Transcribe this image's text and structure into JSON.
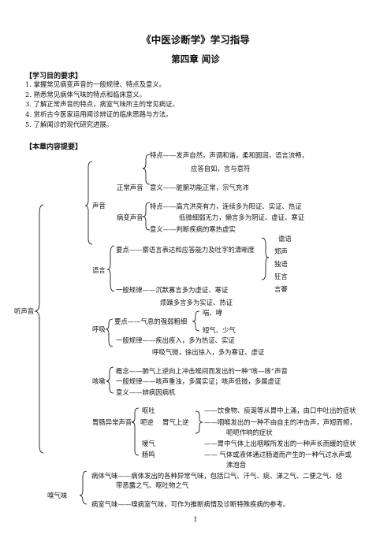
{
  "doc": {
    "title": "《中医诊断学》学习指导",
    "chapter": "第四章  闻诊",
    "objectives_heading": "【学习目的要求】",
    "objectives": [
      "1.  掌握常见病变声音的一般规律、特点及意义。",
      "2.  熟悉常见病体气味的特点和临床意义。",
      "3.  了解正常声音的特点，病室气味所主的常见病证。",
      "4.  赏析古今医家运用闻诊辨证的临床思路与方法。",
      "5.  了解闻诊的现代研究进展。"
    ],
    "content_heading": "【本章内容提要】",
    "page_number": "1"
  },
  "tree": {
    "root_listen": "听声音",
    "root_smell": "嗅气味",
    "voice": "声音",
    "normal_voice": "正常声音",
    "normal_feature_1": "特点——发声自然，声调和谐，柔和圆润，语言流畅，",
    "normal_feature_2": "应答自如，言与意符",
    "normal_meaning": "意义——脏腑功能正常，宗气充沛",
    "sick_voice": "病变声音",
    "sick_feature_1": "特点——高亢洪亮有力，连续多为阳证、实证、热证",
    "sick_feature_2": "低微细弱无力，懒言多为阴证、虚证、寒证",
    "sick_meaning": "意义——判断疾病的寒热虚实",
    "speech": "语言",
    "speech_key": "要点——察语言表达和应答能力及吐字的清晰度",
    "speech_types": [
      "谵语",
      "郑声",
      "独语",
      "狂言",
      "言謇"
    ],
    "speech_rule_1": "一般规律——沉默寡言多为虚证、寒证",
    "speech_rule_2": "烦躁多言多为实证、热证",
    "breath": "呼吸",
    "breath_key": "要点——气息的强弱粗细",
    "breath_types_1": "喘、哮",
    "breath_types_2": "短气、少气",
    "breath_rule_1": "一般规律——疾出疾入，多为热证、实证",
    "breath_rule_2": "呼吸气微，徐出徐入，多为寒证、虚证",
    "cough": "咳嗽",
    "cough_concept": "概念——肺气上逆向上冲击喉间而发出的一种“咳—咳”声音",
    "cough_rule": "一般规律——咳声重浊，多属实证；咳声低微，多属虚证",
    "cough_meaning": "意义——辨病因病机",
    "gi": "胃肠异常声音",
    "gi_vomit": "呕吐",
    "gi_hiccup": "呃逆",
    "gi_stomach_up": "胃气上逆",
    "gi_belch": "嗳气",
    "gi_gurgle": "肠鸣",
    "gi_vomit_desc": "——饮食物、痰涎等从胃中上涌，由口中吐出的症状",
    "gi_hiccup_desc_1": "——咽喉发出的一种不由自主的冲击声，声短而频，",
    "gi_hiccup_desc_2": "呃呃作响的症状",
    "gi_belch_desc": "——胃中气体上出咽喉所发出的一种声长而缓的症状",
    "gi_gurgle_desc_1": "—— 气体或液体通过肠道而产生的一种气过水声或",
    "gi_gurgle_desc_2": "沸泡音",
    "body_odor_1": "病体气味——病体发出的各种异常气味，包括口气、汗气、痰、涕之气、二便之气、经",
    "body_odor_2": "带恶露之气、呕吐物之气",
    "room_odor": "病室气味——嗅病室气味，可作为推断病情及诊断特殊疾病的参考。"
  }
}
